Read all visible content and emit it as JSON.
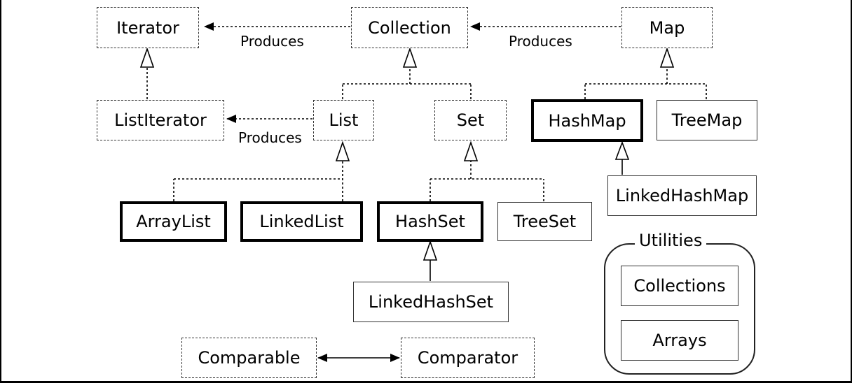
{
  "nodes": {
    "iterator": "Iterator",
    "collection": "Collection",
    "map": "Map",
    "list_iterator": "ListIterator",
    "list": "List",
    "set": "Set",
    "hash_map": "HashMap",
    "tree_map": "TreeMap",
    "linked_hash_map": "LinkedHashMap",
    "array_list": "ArrayList",
    "linked_list": "LinkedList",
    "hash_set": "HashSet",
    "tree_set": "TreeSet",
    "linked_hash_set": "LinkedHashSet",
    "comparable": "Comparable",
    "comparator": "Comparator",
    "collections": "Collections",
    "arrays": "Arrays"
  },
  "labels": {
    "produces_iterator": "Produces",
    "produces_collection": "Produces",
    "produces_list_iterator": "Produces"
  },
  "utilities": {
    "title": "Utilities"
  },
  "legend": {
    "interface_style": "dashed border",
    "class_style": "solid border",
    "key_class_style": "bold border"
  },
  "colors": {
    "line": "#000000",
    "background": "#ffffff"
  }
}
